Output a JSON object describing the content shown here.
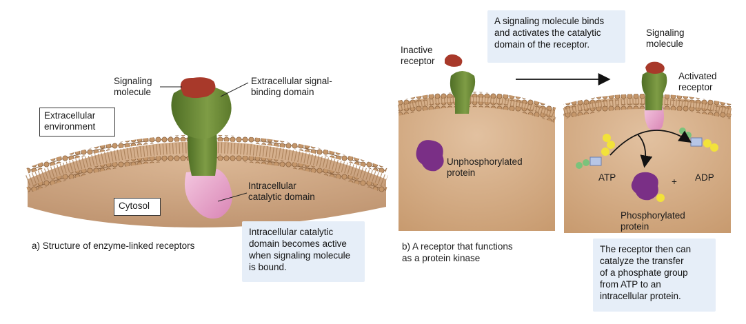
{
  "panel_a": {
    "caption": "a) Structure of enzyme-linked receptors",
    "labels": {
      "signaling_molecule": "Signaling\nmolecule",
      "extracellular_domain": "Extracellular signal-\nbinding domain",
      "extracellular_environment": "Extracellular\nenvironment",
      "intracellular_domain": "Intracellular\ncatalytic domain",
      "cytosol": "Cytosol"
    },
    "note": "Intracellular catalytic\ndomain becomes active\nwhen signaling molecule\nis bound."
  },
  "panel_b": {
    "caption": "b) A receptor that functions\n    as a protein kinase",
    "labels": {
      "inactive_receptor": "Inactive\nreceptor",
      "unphosphorylated_protein": "Unphosphorylated\nprotein",
      "signaling_molecule": "Signaling\nmolecule",
      "activated_receptor": "Activated\nreceptor",
      "atp": "ATP",
      "plus": "+",
      "adp": "ADP",
      "phosphorylated_protein": "Phosphorylated\nprotein"
    },
    "note_top": "A signaling molecule binds\nand activates the catalytic\ndomain of the receptor.",
    "note_bottom": "The receptor then can\ncatalyze the transfer\nof a phosphate group\nfrom ATP to an\nintracellular protein."
  },
  "colors": {
    "membrane": "#c99a6e",
    "cell_interior": "#d9b48f",
    "receptor": "#6f8f3a",
    "catalytic_domain": "#e6a3c8",
    "signal_molecule": "#a8392a",
    "protein": "#7a2f86",
    "phosphate": "#f2e23a"
  }
}
